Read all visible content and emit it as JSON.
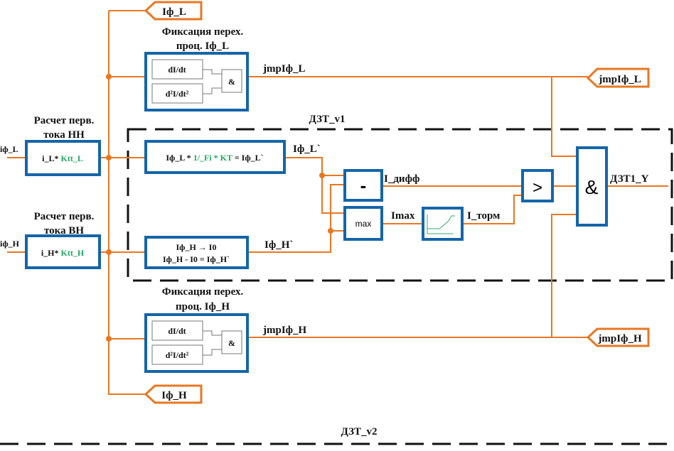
{
  "colors": {
    "wire": "#e87722",
    "block": "#1565a8",
    "param": "#22a860"
  },
  "groups": {
    "v1": "ДЗТ_v1",
    "v2": "ДЗТ_v2"
  },
  "inputs": {
    "l": "iф_L",
    "h": "iф_H"
  },
  "calc_l": {
    "title1": "Расчет перв.",
    "title2": "тока НН",
    "expr": "i_L* ",
    "param": "Ktt_L"
  },
  "calc_h": {
    "title1": "Расчет перв.",
    "title2": "тока ВН",
    "expr": "i_H* ",
    "param": "Ktt_H"
  },
  "fix_l": {
    "title1": "Фиксация перех.",
    "title2": "проц. Iф_L",
    "d1": "dI/dt",
    "d2": "d²I/dt²",
    "and": "&",
    "out": "jmpIф_L"
  },
  "fix_h": {
    "title1": "Фиксация перех.",
    "title2": "проц. Iф_H",
    "d1": "dI/dt",
    "d2": "d²I/dt²",
    "and": "&",
    "out": "jmpIф_H"
  },
  "norm_l": {
    "a": "Iф_L * ",
    "b": "1/_Fi * KT",
    "c": " = Iф_L`",
    "out": "Iф_L`"
  },
  "norm_h": {
    "line1": "Iф_H → I0",
    "line2": "Iф_H - I0 = Iф_H`",
    "out": "Iф_H`"
  },
  "ops": {
    "minus": "-",
    "max": "max",
    "gt": ">",
    "and": "&"
  },
  "signals": {
    "diff": "I_дифф",
    "imax": "Imax",
    "torm": "I_торм",
    "out": "ДЗТ1_Y"
  },
  "tags": {
    "top": "Iф_L",
    "bottom": "Iф_H",
    "jmp_l": "jmpIф_L",
    "jmp_h": "jmpIф_H"
  }
}
